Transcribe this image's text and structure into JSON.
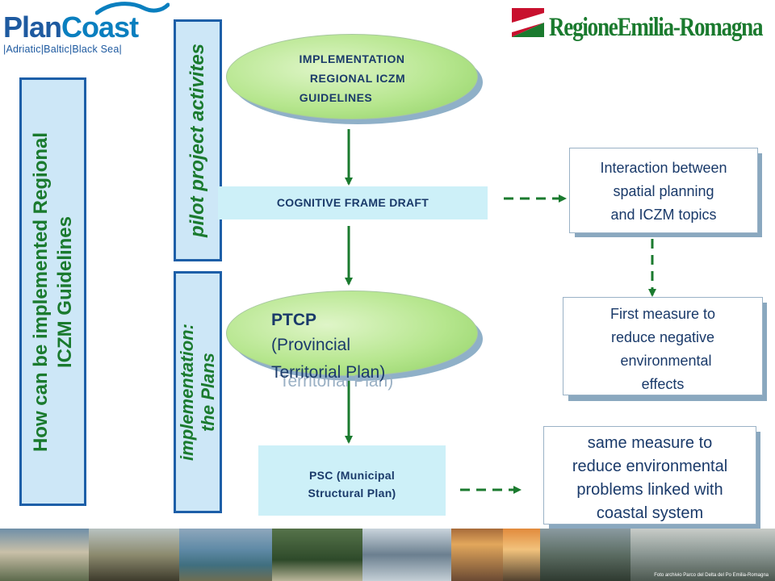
{
  "logo": {
    "part1": "Plan",
    "part2": "Coast",
    "tagline": "|Adriatic|Baltic|Black Sea|"
  },
  "region_logo": {
    "name": "RegioneEmilia-Romagna"
  },
  "left_panel": {
    "line1": "How can be implemented Regional",
    "line2": "ICZM Guidelines"
  },
  "pilot_panel": {
    "label": "pilot project activites"
  },
  "impl_panel": {
    "line1": "implementation:",
    "line2": "the Plans"
  },
  "flow": {
    "guidelines": {
      "line1": "IMPLEMENTATION",
      "line2": "REGIONAL ICZM",
      "line3": "GUIDELINES"
    },
    "cognitive": "COGNITIVE FRAME DRAFT",
    "ptcp": {
      "title": "PTCP",
      "line1": "(Provincial",
      "line2": "Territorial Plan)"
    },
    "psc": {
      "line1": "PSC (Municipal",
      "line2": "Structural Plan)"
    }
  },
  "right_boxes": {
    "interaction": [
      "Interaction between",
      "spatial planning",
      "and ICZM topics"
    ],
    "first_measure": [
      "First measure to",
      "reduce negative",
      "environmental",
      "effects"
    ],
    "same_measure": [
      "same measure to",
      "reduce environmental",
      "problems linked with",
      "coastal system"
    ]
  },
  "colors": {
    "panel_border": "#1d5fa8",
    "panel_fill": "#cde7f7",
    "green_text": "#1a7a2e",
    "arrow_green": "#1a7a2e",
    "navy_text": "#1a3a6a",
    "ellipse_green": "#b6e68e"
  },
  "footer": {
    "credit": "Foto archivio Parco del Delta del Po Emilia-Romagna"
  }
}
